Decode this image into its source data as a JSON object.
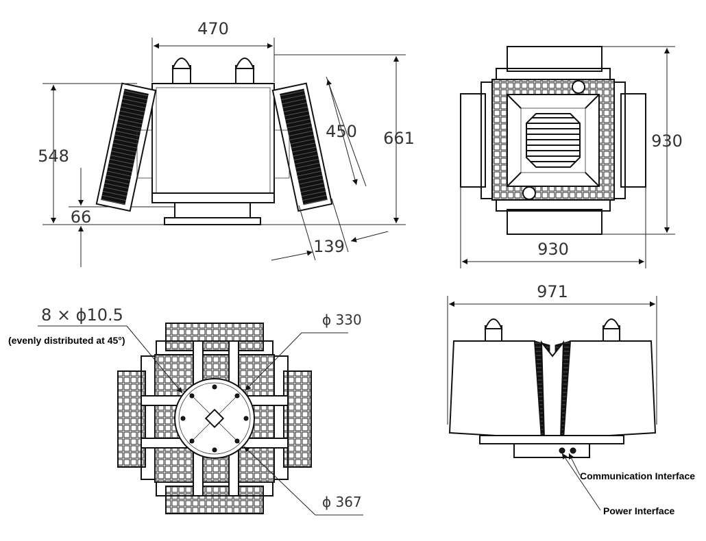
{
  "views": {
    "front": {
      "dim_width": "470",
      "dim_panel_height": "548",
      "dim_total_height": "661",
      "dim_panel_length": "450",
      "dim_base": "66",
      "dim_panel_thickness": "139"
    },
    "top": {
      "dim_height": "930",
      "dim_width": "930"
    },
    "bottom": {
      "dim_holes": "8 × ϕ10.5",
      "note_holes": "(evenly distributed at 45°)",
      "dim_bolt_circle": "ϕ 330",
      "dim_outer_circle": "ϕ 367"
    },
    "side": {
      "dim_width": "971",
      "label_comm": "Communication Interface",
      "label_power": "Power Interface"
    }
  }
}
